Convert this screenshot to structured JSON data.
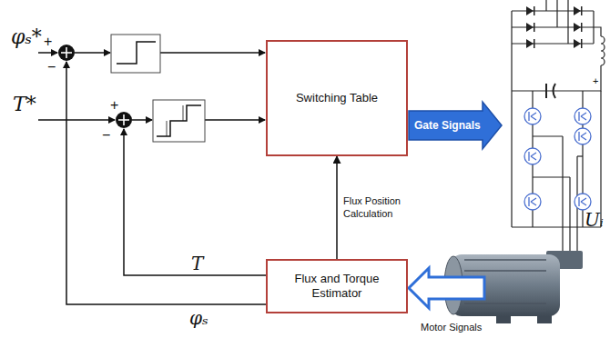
{
  "diagram": {
    "nodes": [
      {
        "text": [
          "Switching Table"
        ]
      },
      {
        "text": [
          "Flux and Torque Estimator"
        ]
      }
    ],
    "edges": [
      {
        "from": 1,
        "to": 0,
        "arrow": "to",
        "label": "Flux Position Calculation"
      }
    ],
    "labels": [
      "φₛ*",
      "+",
      "−",
      "T*",
      "+",
      "−",
      "Gate Signals",
      "+",
      "Uᵢ",
      "T",
      "φₛ",
      "Motor Signals"
    ]
  }
}
